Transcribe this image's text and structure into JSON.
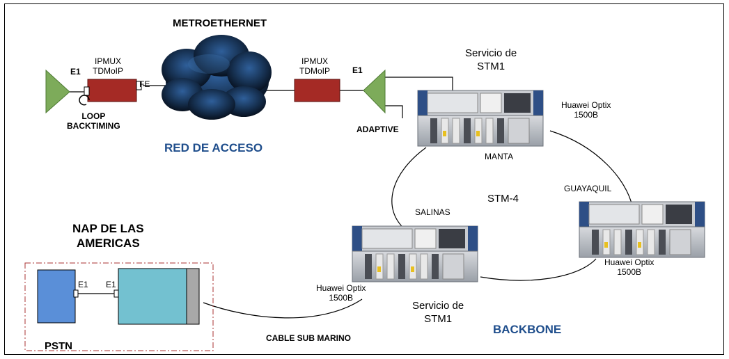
{
  "title": "METROETHERNET",
  "labels": {
    "e1_left": "E1",
    "ipmux_left": "IPMUX\nTDMoIP",
    "fe": "FE",
    "loop": "LOOP\nBACKTIMING",
    "red_acceso": "RED DE ACCESO",
    "ipmux_right": "IPMUX\nTDMoIP",
    "e1_right": "E1",
    "adaptive": "ADAPTIVE",
    "servicio_top": "Servicio de\nSTM1",
    "huawei_manta": "Huawei Optix\n1500B",
    "manta": "MANTA",
    "guayaquil": "GUAYAQUIL",
    "stm4": "STM-4",
    "salinas": "SALINAS",
    "huawei_guayaquil": "Huawei Optix\n1500B",
    "nap": "NAP DE LAS\nAMERICAS",
    "e1_pstn": "E1",
    "e1_nap": "E1",
    "pstn": "PSTN",
    "huawei_salinas": "Huawei Optix\n1500B",
    "servicio_bottom": "Servicio de\nSTM1",
    "cable": "CABLE SUB MARINO",
    "backbone": "BACKBONE"
  },
  "colors": {
    "triangle": "#7dab5a",
    "ipmux": "#a52a25",
    "cloud": "#0b1626",
    "pstn": "#5a8fd8",
    "nap_box": "#73c1d0",
    "dashed": "#a83030",
    "title_blue": "#1f4e8c"
  },
  "icons": [
    "cloud-icon",
    "triangle-icon",
    "huawei-rack-icon"
  ]
}
